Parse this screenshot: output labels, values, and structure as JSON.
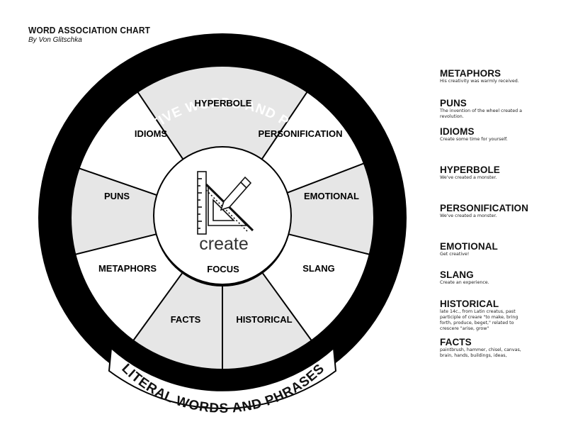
{
  "header": {
    "title": "WORD ASSOCIATION CHART",
    "byline": "By Von Glitschka"
  },
  "wheel": {
    "outer_ring_top": "FIGURATIVE WORDS AND PHRASES",
    "outer_ring_bottom": "LITERAL WORDS AND PHRASES",
    "center_label": "create",
    "center_icon": "pencil-ruler-set-square-icon",
    "segments": [
      {
        "label": "HYPERBOLE",
        "shaded": true
      },
      {
        "label": "PERSONIFICATION",
        "shaded": false
      },
      {
        "label": "EMOTIONAL",
        "shaded": true
      },
      {
        "label": "SLANG",
        "shaded": false
      },
      {
        "label": "HISTORICAL",
        "shaded": true
      },
      {
        "label": "FACTS",
        "shaded": true
      },
      {
        "label": "METAPHORS",
        "shaded": false
      },
      {
        "label": "PUNS",
        "shaded": true
      },
      {
        "label": "IDIOMS",
        "shaded": false
      }
    ],
    "focus_label": "FOCUS",
    "colors": {
      "ring": "#000000",
      "shade": "#e6e6e6",
      "ring_text": "#ffffff",
      "bottom_band": "#ffffff"
    }
  },
  "definitions": [
    {
      "term": "METAPHORS",
      "lines": [
        "His creativity was warmly received."
      ]
    },
    {
      "term": "PUNS",
      "lines": [
        "The invention of the wheel created a",
        "revolution."
      ]
    },
    {
      "term": "IDIOMS",
      "lines": [
        "Create some time for yourself."
      ]
    },
    {
      "term": "HYPERBOLE",
      "lines": [
        "We've created a monster."
      ]
    },
    {
      "term": "PERSONIFICATION",
      "lines": [
        "We've created a monster."
      ]
    },
    {
      "term": "EMOTIONAL",
      "lines": [
        "Get creative!"
      ]
    },
    {
      "term": "SLANG",
      "lines": [
        "Create an experience."
      ]
    },
    {
      "term": "HISTORICAL",
      "lines": [
        "late 14c., from Latin creatus, past",
        "participle of creare \"to make, bring",
        "forth, produce, beget,\" related to",
        "crescere \"arise, grow\""
      ]
    },
    {
      "term": "FACTS",
      "lines": [
        "paintbrush, hammer, chisel, canvas,",
        "brain, hands, buildings, ideas,"
      ]
    }
  ]
}
